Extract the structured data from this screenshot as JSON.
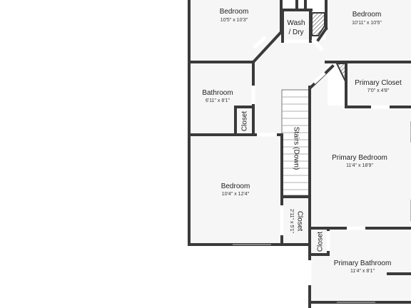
{
  "colors": {
    "wall": "#3a3a3a",
    "floor": "#f6f6f6",
    "door": "#9a9a9a"
  },
  "rooms": {
    "bedroom_top_left": {
      "name": "Bedroom",
      "dims": "10'5\" x 10'3\""
    },
    "wash_dry": {
      "line1": "Wash",
      "line2": "/ Dry"
    },
    "bedroom_top_right": {
      "name": "Bedroom",
      "dims": "10'11\" x 10'5\""
    },
    "bathroom": {
      "name": "Bathroom",
      "dims": "6'11\" x 8'1\""
    },
    "closet_bath": {
      "name": "Closet"
    },
    "primary_closet": {
      "name": "Primary Closet",
      "dims": "7'0\" x 4'8\""
    },
    "stairs": {
      "name": "Stairs (Down)"
    },
    "primary_bedroom": {
      "name": "Primary Bedroom",
      "dims": "11'4\" x 18'9\""
    },
    "bedroom_lower_left": {
      "name": "Bedroom",
      "dims": "10'4\" x 12'4\""
    },
    "closet_hall": {
      "name": "Closet",
      "dims": "2'11\" x 5'1\""
    },
    "closet_primary": {
      "name": "Closet"
    },
    "primary_bathroom": {
      "name": "Primary Bathroom",
      "dims": "11'4\" x 8'1\""
    }
  }
}
